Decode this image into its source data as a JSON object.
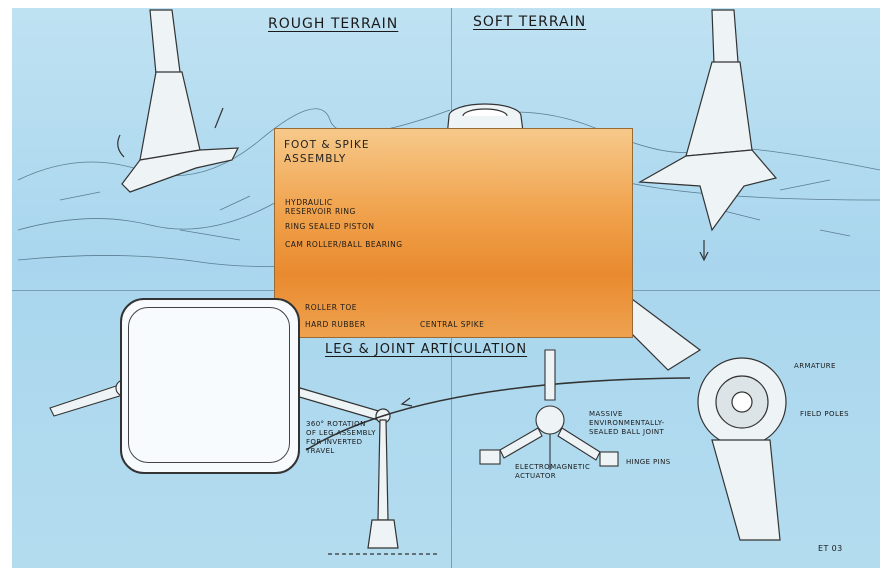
{
  "headings": {
    "rough_terrain": "ROUGH TERRAIN",
    "soft_terrain": "SOFT TERRAIN",
    "articulation": "LEG & JOINT ARTICULATION"
  },
  "foot_panel": {
    "title": "FOOT & SPIKE ASSEMBLY",
    "callouts": {
      "hydraulic_reservoir": "HYDRAULIC RESERVOIR RING",
      "ring_sealed_piston": "RING SEALED PISTON",
      "cam_roller": "CAM ROLLER/BALL BEARING",
      "roller_toe": "ROLLER TOE",
      "hard_rubber": "HARD RUBBER",
      "central_spike": "CENTRAL SPIKE"
    }
  },
  "joint_labels": {
    "armature": "ARMATURE",
    "field_poles": "FIELD POLES",
    "ball_joint": "MASSIVE ENVIRONMENTALLY-SEALED BALL JOINT",
    "hinge_pins": "HINGE PINS",
    "actuator": "ELECTROMAGNETIC ACTUATOR",
    "rotation": "360° ROTATION OF LEG ASSEMBLY FOR INVERTED TRAVEL"
  },
  "signature": "ET 03",
  "colors": {
    "sky": "#bfe2f2",
    "panel_orange": "#f0a24c",
    "linework": "#333333",
    "hose_orange": "#e07a1c"
  }
}
